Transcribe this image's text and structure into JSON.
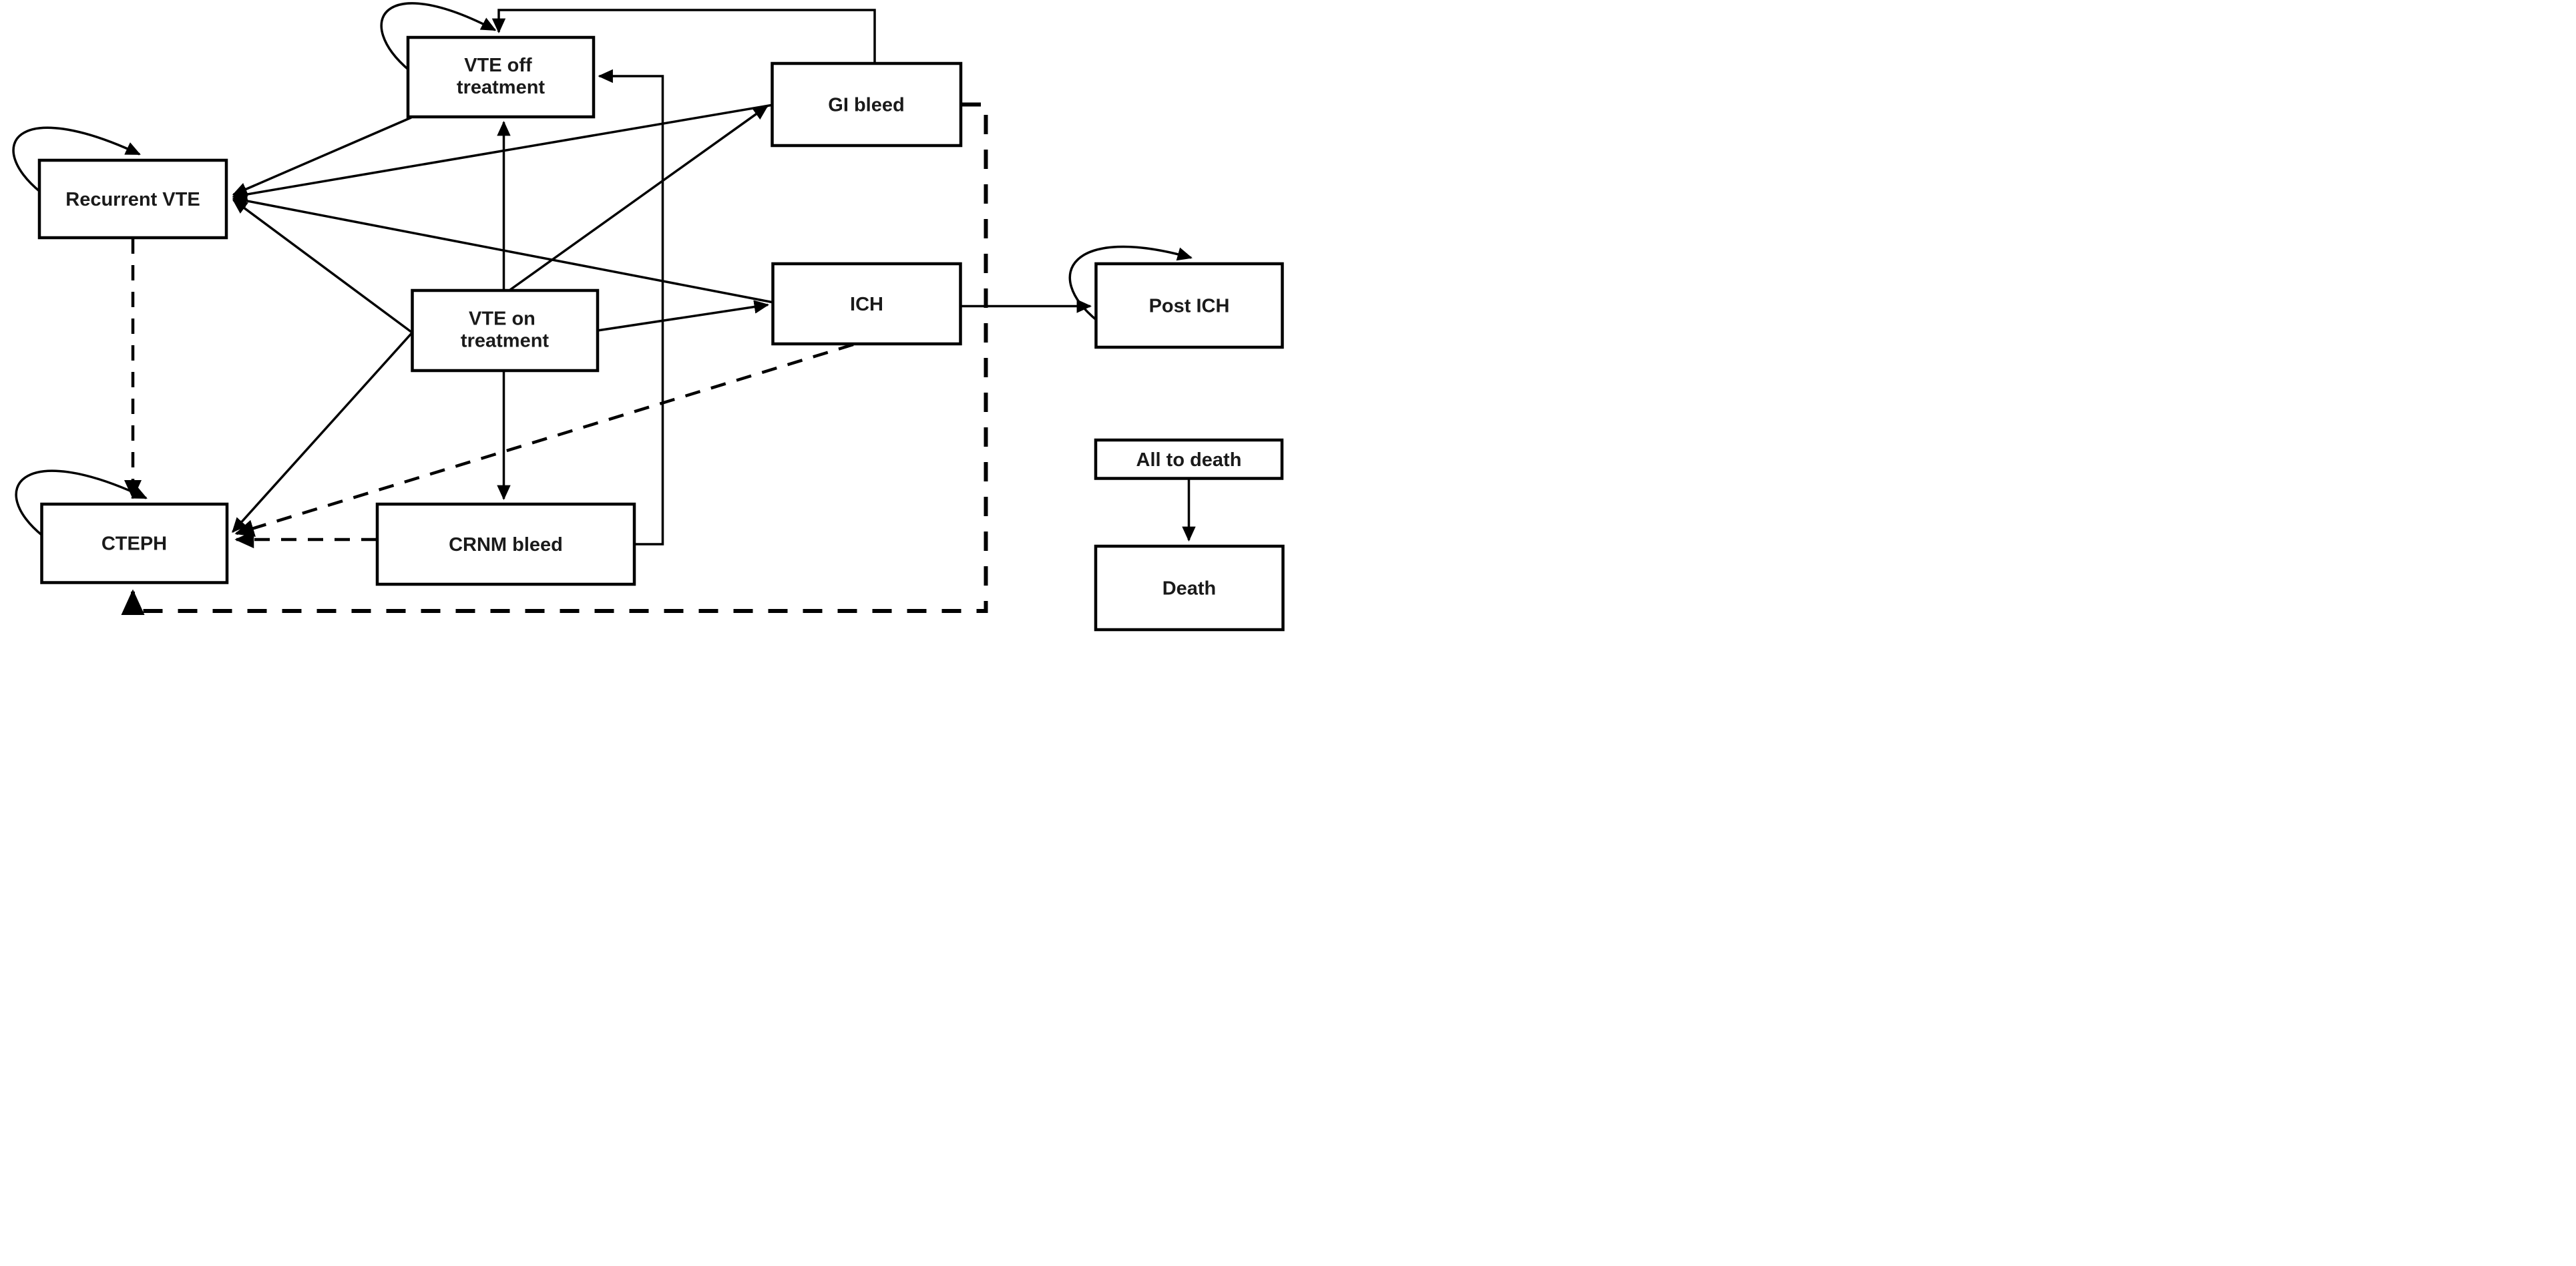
{
  "diagram": {
    "type": "state-transition-diagram",
    "background_color": "#ffffff",
    "line_color": "#000000",
    "text_color": "#1a1a1a",
    "line_styles": {
      "solid": "solid transition arrow",
      "dashed": "dashed transition arrow"
    }
  },
  "nodes": {
    "vte_off": {
      "label": "VTE off treatment",
      "lines": [
        "VTE off",
        "treatment"
      ],
      "self_loop": true
    },
    "gi_bleed": {
      "label": "GI bleed",
      "lines": [
        "GI bleed"
      ],
      "self_loop": false
    },
    "recurrent_vte": {
      "label": "Recurrent VTE",
      "lines": [
        "Recurrent VTE"
      ],
      "self_loop": true
    },
    "vte_on": {
      "label": "VTE on treatment",
      "lines": [
        "VTE on",
        "treatment"
      ],
      "self_loop": false
    },
    "ich": {
      "label": "ICH",
      "lines": [
        "ICH"
      ],
      "self_loop": false
    },
    "post_ich": {
      "label": "Post ICH",
      "lines": [
        "Post ICH"
      ],
      "self_loop": true
    },
    "cteph": {
      "label": "CTEPH",
      "lines": [
        "CTEPH"
      ],
      "self_loop": true
    },
    "crnm_bleed": {
      "label": "CRNM bleed",
      "lines": [
        "CRNM bleed"
      ],
      "self_loop": false
    },
    "all_to_death": {
      "label": "All to death",
      "lines": [
        "All to death"
      ],
      "self_loop": false
    },
    "death": {
      "label": "Death",
      "lines": [
        "Death"
      ],
      "self_loop": false
    }
  },
  "edges": [
    {
      "from": "VTE off treatment",
      "to": "VTE off treatment",
      "style": "self-loop"
    },
    {
      "from": "Recurrent VTE",
      "to": "Recurrent VTE",
      "style": "self-loop"
    },
    {
      "from": "CTEPH",
      "to": "CTEPH",
      "style": "self-loop"
    },
    {
      "from": "Post ICH",
      "to": "Post ICH",
      "style": "self-loop"
    },
    {
      "from": "GI bleed",
      "to": "VTE off treatment",
      "style": "solid"
    },
    {
      "from": "CRNM bleed",
      "to": "VTE off treatment",
      "style": "solid"
    },
    {
      "from": "VTE on treatment",
      "to": "VTE off treatment",
      "style": "solid"
    },
    {
      "from": "VTE on treatment",
      "to": "CRNM bleed",
      "style": "solid"
    },
    {
      "from": "VTE on treatment",
      "to": "ICH",
      "style": "solid"
    },
    {
      "from": "VTE on treatment",
      "to": "GI bleed",
      "style": "solid"
    },
    {
      "from": "VTE off treatment",
      "to": "Recurrent VTE",
      "style": "solid"
    },
    {
      "from": "GI bleed",
      "to": "Recurrent VTE",
      "style": "solid"
    },
    {
      "from": "ICH",
      "to": "Recurrent VTE",
      "style": "solid"
    },
    {
      "from": "VTE on treatment",
      "to": "Recurrent VTE",
      "style": "solid"
    },
    {
      "from": "VTE on treatment",
      "to": "CTEPH",
      "style": "solid"
    },
    {
      "from": "Recurrent VTE",
      "to": "CTEPH",
      "style": "dashed"
    },
    {
      "from": "ICH",
      "to": "CTEPH",
      "style": "dashed"
    },
    {
      "from": "CRNM bleed",
      "to": "CTEPH",
      "style": "dashed"
    },
    {
      "from": "GI bleed",
      "to": "CTEPH",
      "style": "dashed"
    },
    {
      "from": "ICH",
      "to": "Post ICH",
      "style": "solid"
    },
    {
      "from": "All to death",
      "to": "Death",
      "style": "solid"
    }
  ]
}
